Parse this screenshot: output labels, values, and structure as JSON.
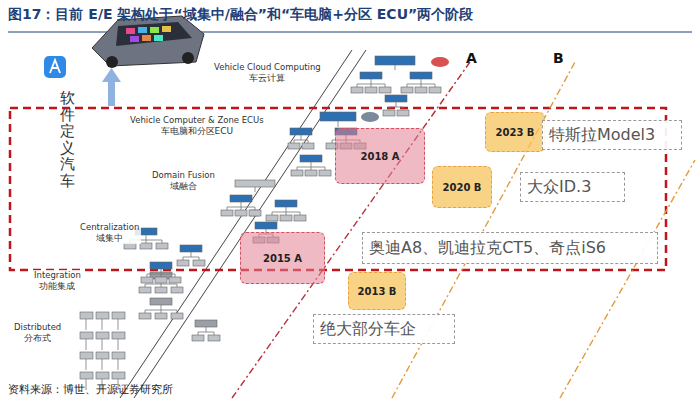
{
  "diagram": {
    "title": "图17：目前 E/E 架构处于“域集中/融合”和“车电脑+分区 ECU”两个阶段",
    "caption": "资料来源：博世、开源证券研究所",
    "nodes": [
      {
        "text": [
          "软件定义汽车"
        ]
      },
      {
        "text": [
          "Vehicle Cloud Computing",
          "车云计算"
        ]
      },
      {
        "text": [
          "Vehicle Computer & Zone ECUs",
          "车电脑和分区ECU"
        ]
      },
      {
        "text": [
          "2018 A"
        ]
      },
      {
        "text": [
          "2023 B"
        ]
      },
      {
        "text": [
          "特斯拉Model3"
        ]
      },
      {
        "text": [
          "Domain Fusion",
          "域融合"
        ]
      },
      {
        "text": [
          "2020 B"
        ]
      },
      {
        "text": [
          "大众ID.3"
        ]
      },
      {
        "text": [
          "Centralization",
          "域集中"
        ]
      },
      {
        "text": [
          "2015 A"
        ]
      },
      {
        "text": [
          "奥迪A8、凯迪拉克CT5、奇点iS6"
        ]
      },
      {
        "text": [
          "Integration",
          "功能集成"
        ]
      },
      {
        "text": [
          "2013 B"
        ]
      },
      {
        "text": [
          "绝大部分车企"
        ]
      },
      {
        "text": [
          "Distributed",
          "分布式"
        ]
      }
    ],
    "labels": [
      "A",
      "B"
    ]
  }
}
